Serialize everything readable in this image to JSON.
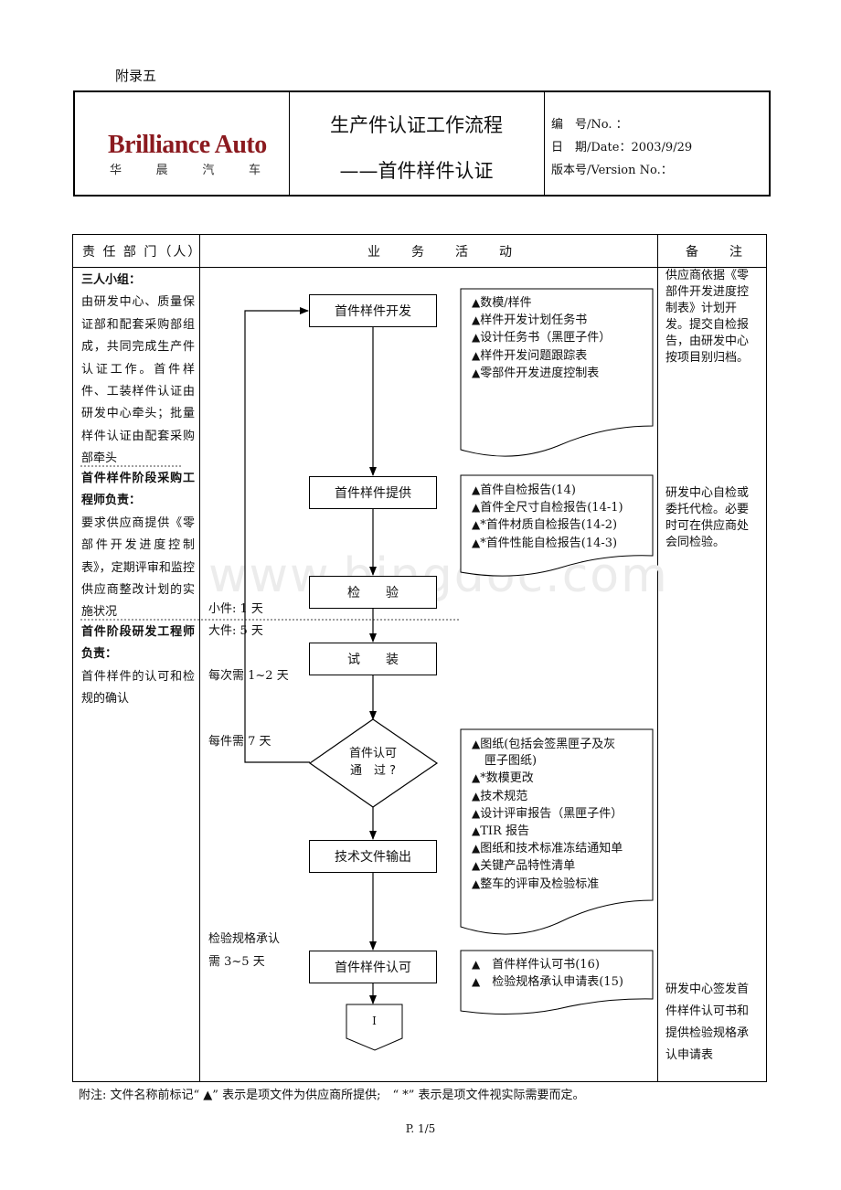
{
  "appendix": "附录五",
  "logo": {
    "main": "Brilliance Auto",
    "sub": [
      "华",
      "晨",
      "汽",
      "车"
    ]
  },
  "title": {
    "line1": "生产件认证工作流程",
    "line2": "——首件样件认证"
  },
  "meta": {
    "number": "编　号/No. ：",
    "date": "日　期/Date：2003/9/29",
    "version": "版本号/Version No.："
  },
  "table_headers": {
    "dept": "责 任 部 门（人）",
    "activity": "业　　务　　活　　动",
    "remark": "备　　注"
  },
  "responsibility": [
    {
      "title": "三人小组：",
      "body": "由研发中心、质量保证部和配套采购部组成，共同完成生产件认证工作。首件样件、工装样件认证由研发中心牵头；批量样件认证由配套采购部牵头"
    },
    {
      "title": "首件样件阶段采购工程师负责：",
      "body": "要求供应商提供《零部件开发进度控制表》，定期评审和监控供应商整改计划的实施状况"
    },
    {
      "title": "首件阶段研发工程师负责：",
      "body": "首件样件的认可和检规的确认"
    }
  ],
  "time_labels": {
    "small": "小件: 1 天",
    "large": "大件: 5 天",
    "each_time": "每次需 1~2 天",
    "each_piece": "每件需 7 天",
    "spec_1": "检验规格承认",
    "spec_2": "需 3~5 天"
  },
  "flow_steps": {
    "dev": "首件样件开发",
    "supply": "首件样件提供",
    "inspect": "检　　验",
    "trial": "试　　装",
    "approve_1": "首件认可",
    "approve_2": "通　过 ?",
    "tech_out": "技术文件输出",
    "approval": "首件样件认可",
    "connector": "I"
  },
  "docs": {
    "group1": [
      "数模/样件",
      "样件开发计划任务书",
      "设计任务书（黑匣子件）",
      "样件开发问题跟踪表",
      "零部件开发进度控制表"
    ],
    "group2": [
      "首件自检报告(14)",
      "首件全尺寸自检报告(14-1)",
      "*首件材质自检报告(14-2)",
      "*首件性能自检报告(14-3)"
    ],
    "group3": [
      "图纸(包括会签黑匣子及灰",
      "匣子图纸)",
      "*数模更改",
      "技术规范",
      "设计评审报告（黑匣子件）",
      "TIR 报告",
      "图纸和技术标准冻结通知单",
      "关键产品特性清单",
      "整车的评审及检验标准"
    ],
    "group4": [
      "　首件样件认可书(16)",
      "　检验规格承认申请表(15)"
    ],
    "triangle": "▲"
  },
  "remarks": {
    "r1": "供应商依据《零部件开发进度控制表》计划开发。提交自检报告，由研发中心按项目别归档。",
    "r2": "研发中心自检或委托代检。必要时可在供应商处会同检验。",
    "r3": "研发中心签发首件样件认可书和提供检验规格承认申请表"
  },
  "footer_note": "附注: 文件名称前标记“ ▲” 表示是项文件为供应商所提供;　“ *” 表示是项文件视实际需要而定。",
  "watermark": "www.bingdoc.com",
  "page": "P. 1/5"
}
